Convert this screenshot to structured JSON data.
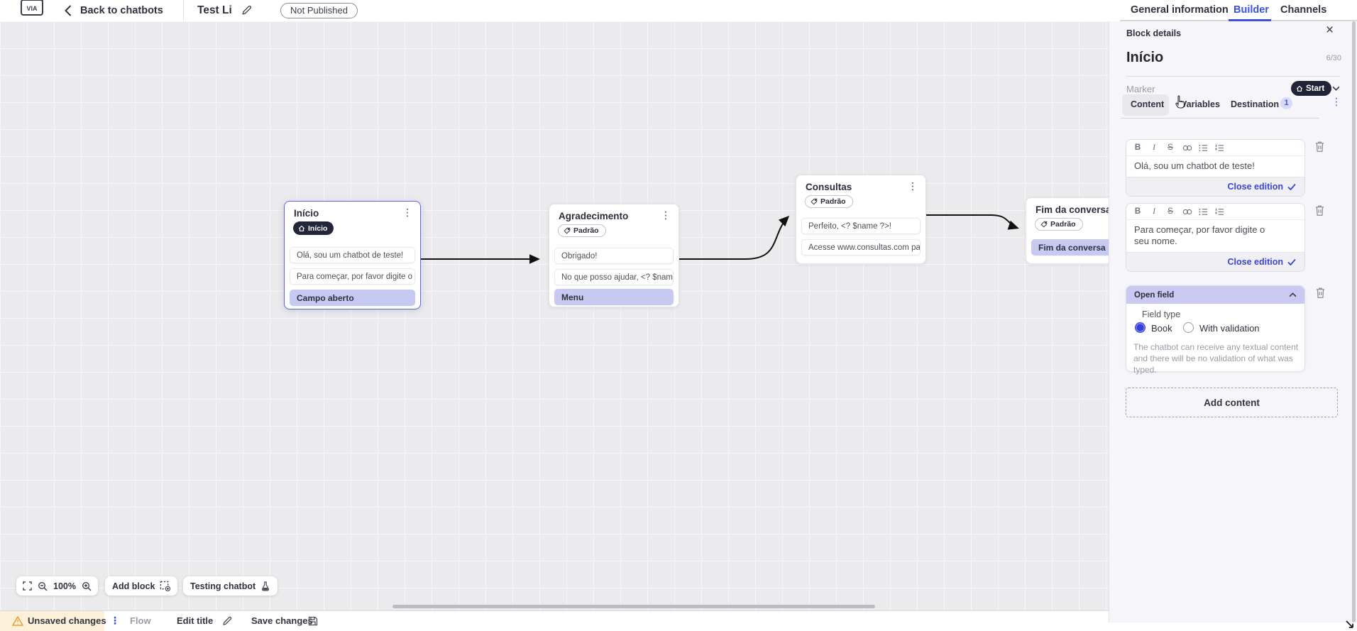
{
  "topbar": {
    "logo_text": "VIA",
    "back_label": "Back to chatbots",
    "chatbot_title": "Test Li",
    "status_badge": "Not Published",
    "tabs": {
      "general": "General information",
      "builder": "Builder",
      "channels": "Channels"
    }
  },
  "panel": {
    "header_title": "Block details",
    "block_name": "Início",
    "char_counter": "6/30",
    "marker_label": "Marker",
    "marker_value": "Start",
    "tab_content": "Content",
    "tab_variables": "Variables",
    "tab_destination": "Destination",
    "destination_badge": "1",
    "toolbar": {
      "bold": "B",
      "italic": "I",
      "strike": "S"
    },
    "editor1": {
      "text": "Olá, sou um chatbot de teste!",
      "close_label": "Close edition"
    },
    "editor2": {
      "text": "Para começar, por favor digite o seu nome.",
      "close_label": "Close edition"
    },
    "open_field": {
      "title": "Open field",
      "field_type_label": "Field type",
      "option1": "Book",
      "option2": "With validation",
      "description": "The chatbot can receive any textual content and there will be no validation of what was typed."
    },
    "add_content_label": "Add content"
  },
  "canvas": {
    "blocks": [
      {
        "title": "Início",
        "badge": "Início",
        "items": [
          "Olá, sou um chatbot de teste!",
          "Para começar, por favor digite o ...",
          "Campo aberto"
        ]
      },
      {
        "title": "Agradecimento",
        "badge": "Padrão",
        "items": [
          "Obrigado!",
          "No que posso ajudar, <? $name ...",
          "Menu"
        ]
      },
      {
        "title": "Consultas",
        "badge": "Padrão",
        "items": [
          "Perfeito, <? $name ?>!",
          "Acesse www.consultas.com par..."
        ]
      },
      {
        "title": "Fim da conversa",
        "badge": "Padrão",
        "items": [
          "Fim da conversa"
        ]
      }
    ],
    "zoom_level": "100%",
    "add_block_label": "Add block",
    "testing_label": "Testing chatbot"
  },
  "statusbar": {
    "unsaved_label": "Unsaved changes",
    "flow_label": "Flow",
    "edit_title_label": "Edit title",
    "save_label": "Save changes"
  },
  "colors": {
    "accent": "#3b4fe0",
    "dark_pill": "#23253a",
    "field_item_bg": "#c6caf1",
    "warning_bg": "#fcf0d9",
    "warning_icon": "#e2a23b"
  }
}
